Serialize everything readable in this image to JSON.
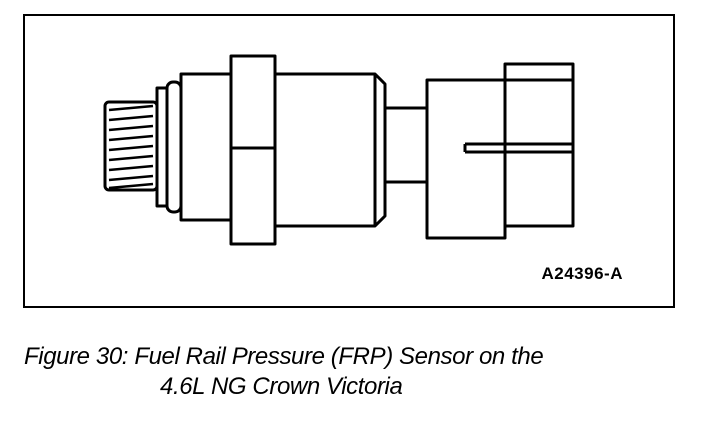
{
  "figure": {
    "id_label": "A24396-A",
    "caption_line1": "Figure 30: Fuel Rail Pressure (FRP) Sensor on the",
    "caption_line2": "4.6L NG Crown Victoria"
  },
  "colors": {
    "ink": "#000000",
    "paper": "#ffffff"
  }
}
